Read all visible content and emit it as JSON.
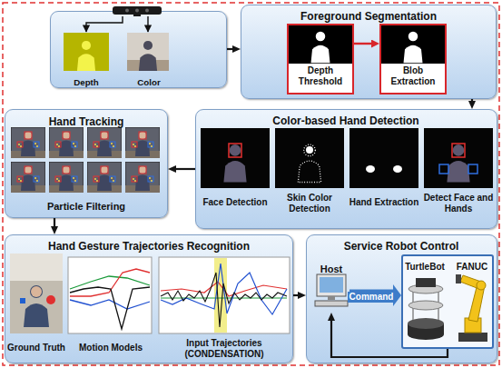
{
  "diagram": {
    "nodes": [
      {
        "text": [
          "Depth",
          "Color"
        ]
      },
      {
        "text": [
          "Foreground Segmentation"
        ]
      },
      {
        "text": [
          "Depth Threshold"
        ],
        "in": 1
      },
      {
        "text": [
          "Blob Extraction"
        ],
        "in": 1
      },
      {
        "text": [
          "Hand Tracking",
          "Particle Filtering"
        ]
      },
      {
        "text": [
          "Color-based Hand Detection",
          "Face Detection",
          "Skin Color Detection",
          "Hand Extraction",
          "Detect Face and Hands"
        ]
      },
      {
        "text": [
          "Hand Gesture Trajectories Recognition",
          "Ground Truth",
          "Motion Models",
          "Input Trajectories (CONDENSATION)"
        ]
      },
      {
        "text": [
          "Service Robot Control"
        ]
      },
      {
        "text": [
          "Host"
        ],
        "in": 7
      },
      {
        "text": [
          "TurtleBot",
          "FANUC"
        ],
        "in": 7
      }
    ],
    "edges": [
      {
        "from": 0,
        "to": 1,
        "arrow": "to"
      },
      {
        "from": 2,
        "to": 3,
        "arrow": "to"
      },
      {
        "from": 1,
        "to": 5,
        "arrow": "to"
      },
      {
        "from": 5,
        "to": 4,
        "arrow": "to"
      },
      {
        "from": 4,
        "to": 6,
        "arrow": "to"
      },
      {
        "from": 6,
        "to": 7,
        "arrow": "to"
      },
      {
        "from": 8,
        "to": 9,
        "label": "Command",
        "arrow": "to"
      },
      {
        "from": 9,
        "to": 8,
        "arrow": "to"
      }
    ]
  }
}
